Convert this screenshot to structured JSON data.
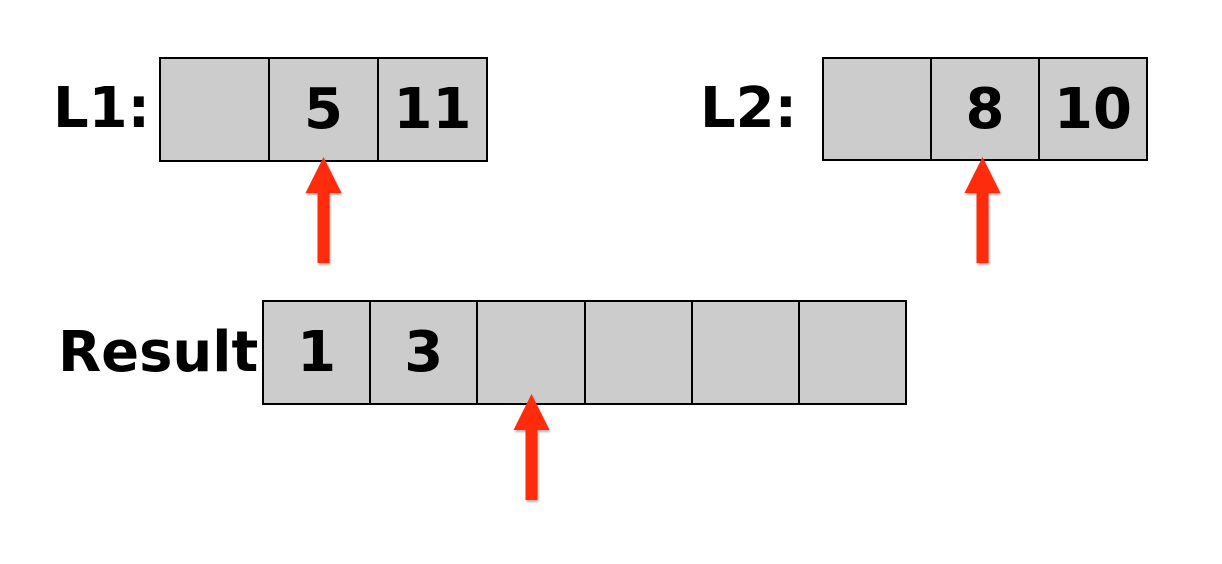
{
  "background": "#ffffff",
  "colors": {
    "cell_fill": "#cccccc",
    "cell_border": "#000000",
    "arrow": "#ff2b0d",
    "label_text": "#000000"
  },
  "l1": {
    "label": "L1:",
    "cells": [
      "",
      "5",
      "11"
    ],
    "pointer_cell_index": 1
  },
  "l2": {
    "label": "L2:",
    "cells": [
      "",
      "8",
      "10"
    ],
    "pointer_cell_index": 1
  },
  "result": {
    "label": "Result:",
    "cells": [
      "1",
      "3",
      "",
      "",
      "",
      ""
    ],
    "pointer_cell_index": 2
  }
}
